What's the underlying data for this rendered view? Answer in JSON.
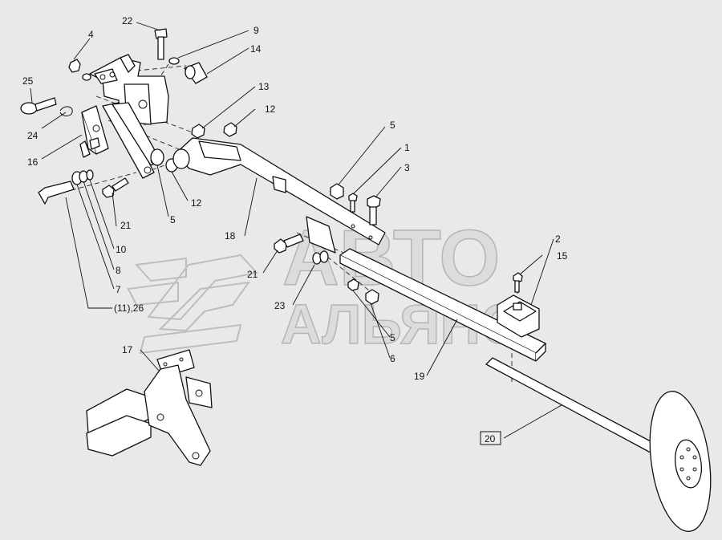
{
  "watermark": {
    "line1": "АВТО",
    "line2": "АЛЬЯНС"
  },
  "callouts": {
    "c22": "22",
    "c4": "4",
    "c9": "9",
    "c14": "14",
    "c25": "25",
    "c24": "24",
    "c16": "16",
    "c13": "13",
    "c12a": "12",
    "c12b": "12",
    "c5a": "5",
    "c5b": "5",
    "c5c": "5",
    "c1": "1",
    "c3": "3",
    "c2": "2",
    "c15": "15",
    "c18": "18",
    "c21a": "21",
    "c21b": "21",
    "c10": "10",
    "c8": "8",
    "c7": "7",
    "c11_26": "(11),26",
    "c23": "23",
    "c6": "6",
    "c19": "19",
    "c17": "17",
    "c20": "20"
  }
}
